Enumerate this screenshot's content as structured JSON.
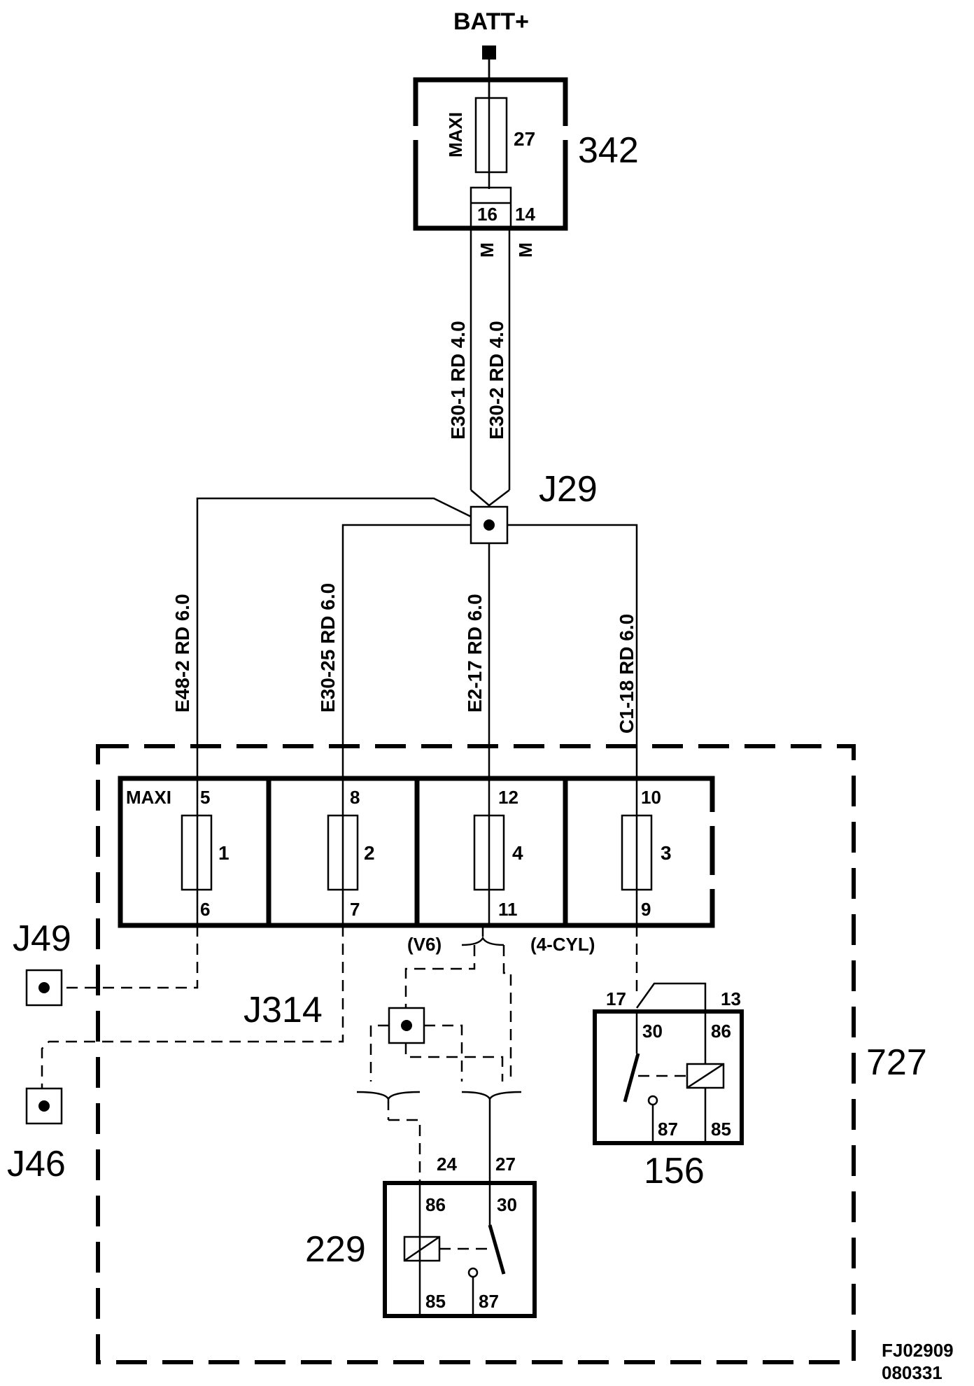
{
  "supply": {
    "label": "BATT+"
  },
  "fuse_box_342": {
    "id": "342",
    "fuse_type": "MAXI",
    "fuse_number": "27",
    "pins": [
      "16",
      "14"
    ],
    "pin_marks": [
      "M",
      "M"
    ]
  },
  "wires_upper": [
    {
      "label": "E30-1  RD  4.0"
    },
    {
      "label": "E30-2  RD  4.0"
    }
  ],
  "junctions": {
    "j29": "J29",
    "j49": "J49",
    "j46": "J46",
    "j314": "J314"
  },
  "wires_lower": [
    {
      "label": "E48-2  RD  6.0"
    },
    {
      "label": "E30-25  RD  6.0"
    },
    {
      "label": "E2-17  RD  6.0"
    },
    {
      "label": "C1-18          RD  6.0"
    }
  ],
  "fuse_panel": {
    "id": "727",
    "type_label": "MAXI",
    "fuses": [
      {
        "number": "1",
        "pin_in": "5",
        "pin_out": "6"
      },
      {
        "number": "2",
        "pin_in": "8",
        "pin_out": "7"
      },
      {
        "number": "4",
        "pin_in": "12",
        "pin_out": "11"
      },
      {
        "number": "3",
        "pin_in": "10",
        "pin_out": "9"
      }
    ],
    "variants": {
      "v6": "(V6)",
      "four_cyl": "(4-CYL)"
    }
  },
  "relay_156": {
    "id": "156",
    "ext_pins": [
      "17",
      "13"
    ],
    "terminals": {
      "t30": "30",
      "t86": "86",
      "t87": "87",
      "t85": "85"
    }
  },
  "relay_229": {
    "id": "229",
    "ext_pins": [
      "24",
      "27"
    ],
    "terminals": {
      "t86": "86",
      "t30": "30",
      "t85": "85",
      "t87": "87"
    }
  },
  "figure_code": {
    "line1": "FJ02909",
    "line2": "080331"
  }
}
